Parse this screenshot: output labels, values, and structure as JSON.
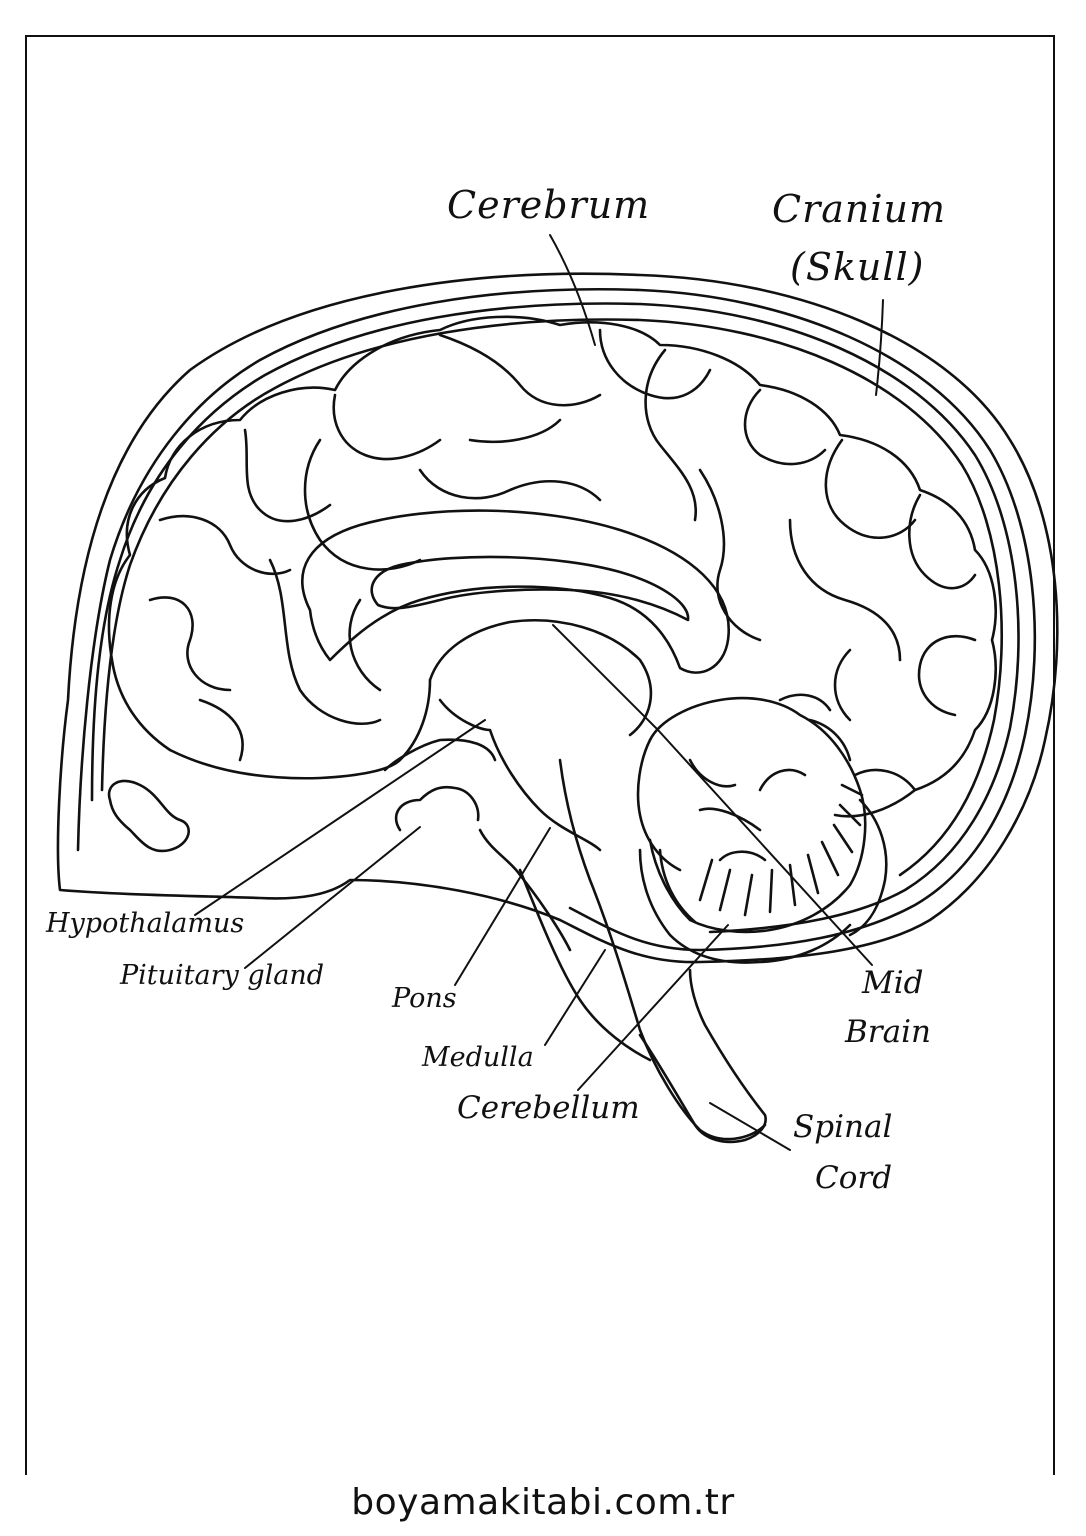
{
  "labels": {
    "cerebrum": "Cerebrum",
    "cranium_line1": "Cranium",
    "cranium_line2": "(Skull)",
    "hypothalamus": "Hypothalamus",
    "pituitary": "Pituitary gland",
    "pons": "Pons",
    "medulla": "Medulla",
    "cerebellum": "Cerebellum",
    "midbrain_line1": "Mid",
    "midbrain_line2": "Brain",
    "spinal_line1": "Spinal",
    "spinal_line2": "Cord"
  },
  "footer": "boyamakitabi.com.tr",
  "colors": {
    "ink": "#111111",
    "paper": "#ffffff"
  }
}
